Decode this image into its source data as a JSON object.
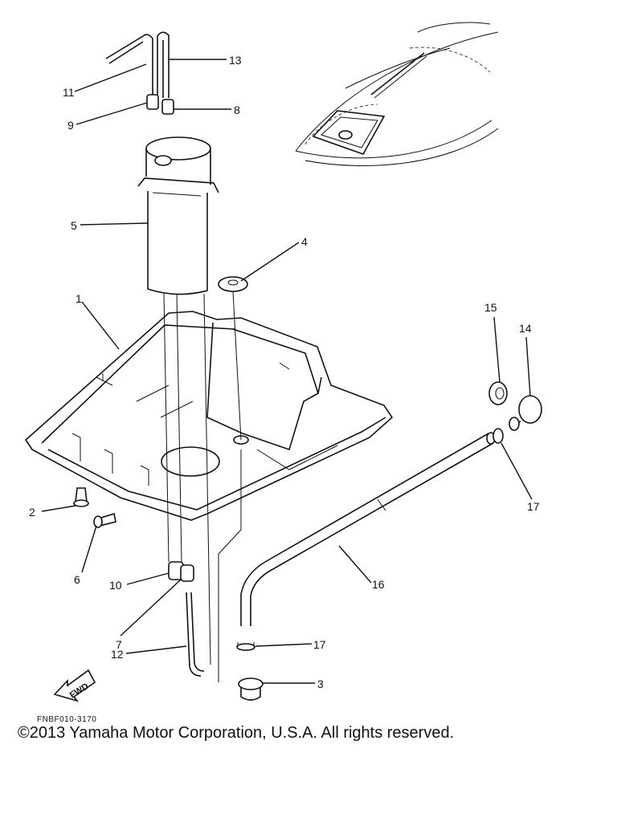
{
  "diagram": {
    "part_labels": [
      {
        "id": "1",
        "text": "1"
      },
      {
        "id": "2",
        "text": "2"
      },
      {
        "id": "3",
        "text": "3"
      },
      {
        "id": "4",
        "text": "4"
      },
      {
        "id": "5",
        "text": "5"
      },
      {
        "id": "6",
        "text": "6"
      },
      {
        "id": "7",
        "text": "7"
      },
      {
        "id": "8",
        "text": "8"
      },
      {
        "id": "9",
        "text": "9"
      },
      {
        "id": "10",
        "text": "10"
      },
      {
        "id": "11",
        "text": "11"
      },
      {
        "id": "12",
        "text": "12"
      },
      {
        "id": "13",
        "text": "13"
      },
      {
        "id": "14",
        "text": "14"
      },
      {
        "id": "15",
        "text": "15"
      },
      {
        "id": "16",
        "text": "16"
      },
      {
        "id": "17a",
        "text": "17"
      },
      {
        "id": "17b",
        "text": "17"
      }
    ],
    "fwd_label": "FWD",
    "figure_code": "FNBF010-3170"
  },
  "footer": {
    "copyright": "©2013 Yamaha Motor Corporation, U.S.A. All rights reserved."
  }
}
